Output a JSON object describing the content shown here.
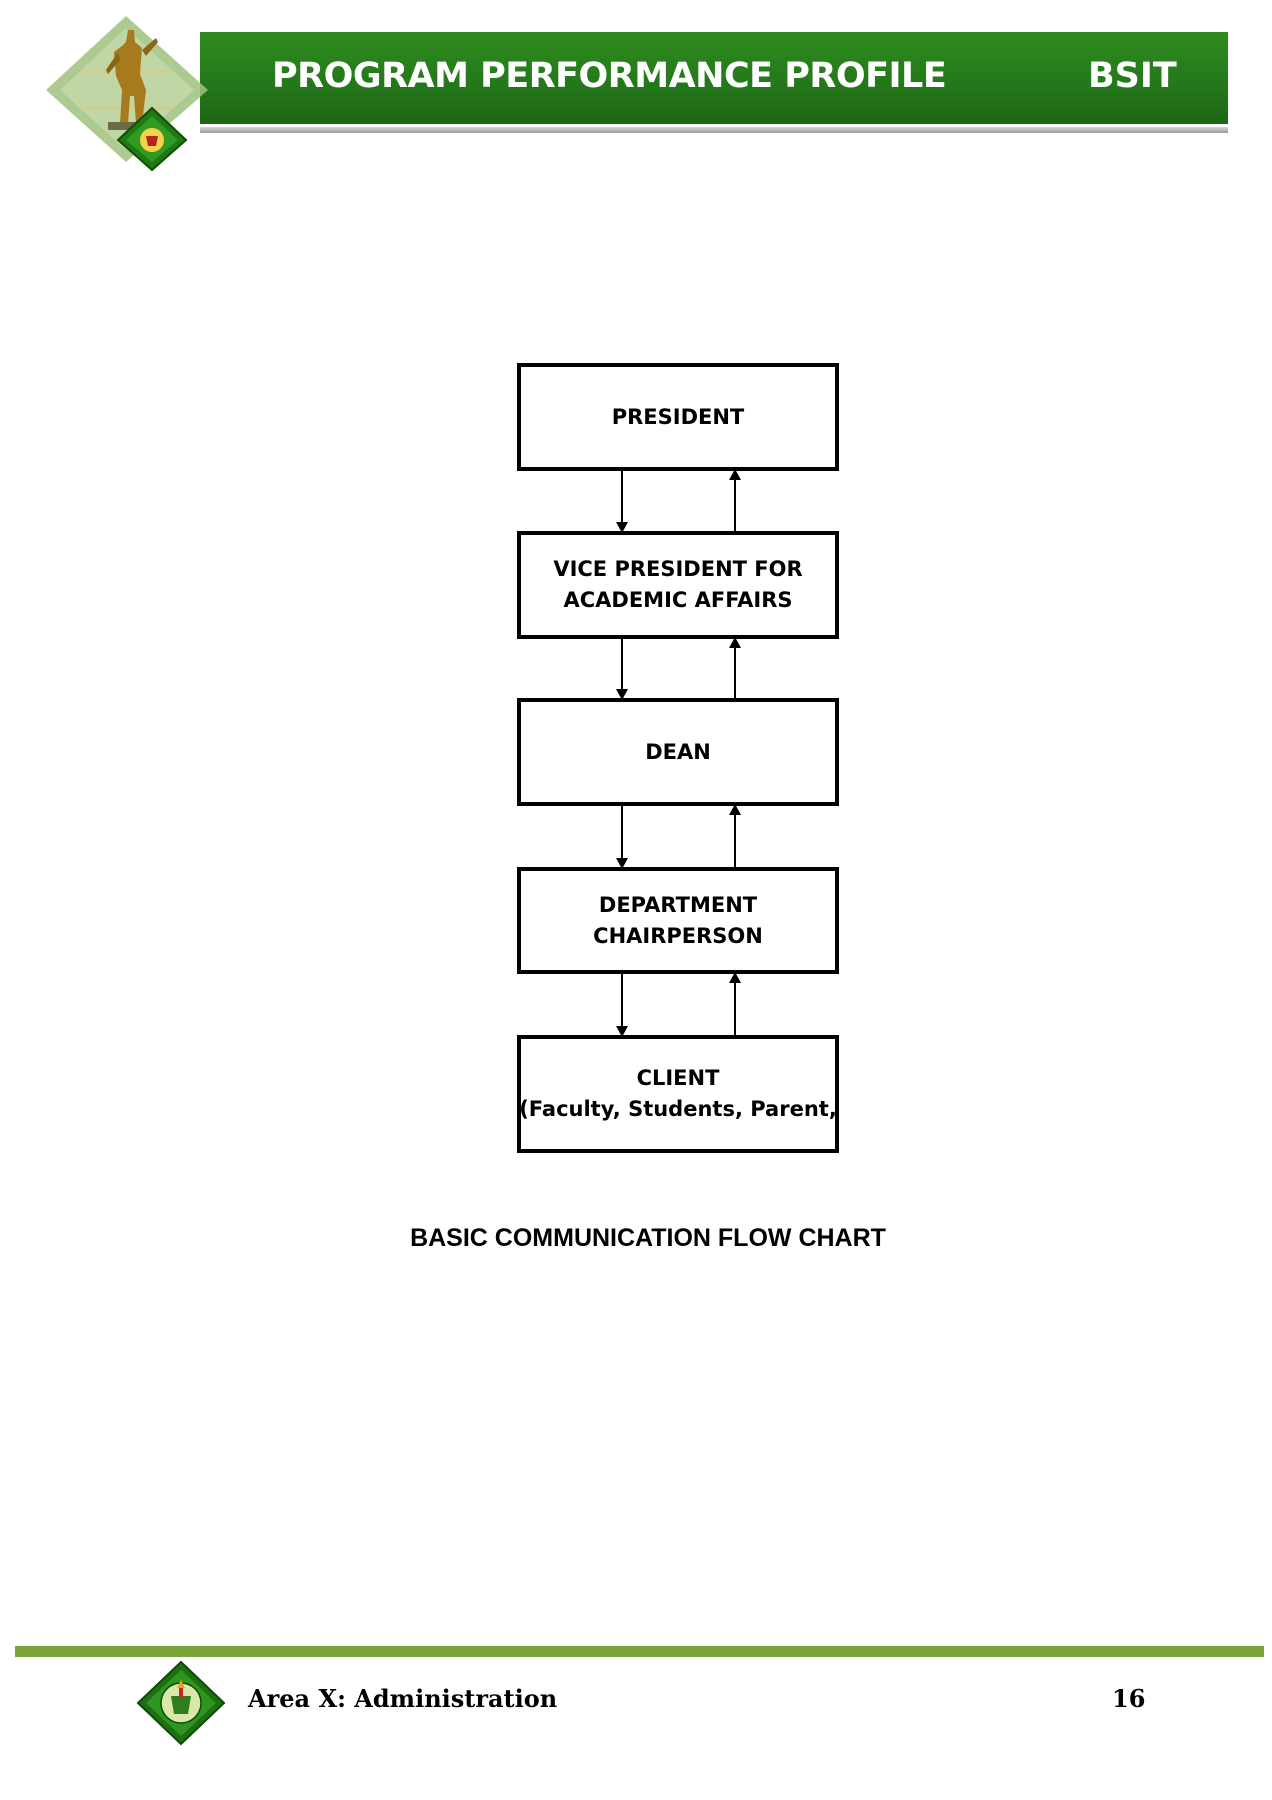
{
  "header": {
    "title": "PROGRAM PERFORMANCE PROFILE",
    "program": "BSIT",
    "logo_icon": "university-seal-with-statue-icon",
    "bar_color": "#2a841c"
  },
  "flowchart": {
    "nodes": [
      {
        "lines": [
          "PRESIDENT"
        ]
      },
      {
        "lines": [
          "VICE PRESIDENT FOR",
          "ACADEMIC AFFAIRS"
        ]
      },
      {
        "lines": [
          "DEAN"
        ]
      },
      {
        "lines": [
          "DEPARTMENT",
          "CHAIRPERSON"
        ]
      },
      {
        "lines": [
          "CLIENT",
          "(Faculty, Students, Parent,"
        ]
      }
    ],
    "connectors": "two-way (down and up arrows between each level)",
    "caption": "BASIC COMMUNICATION FLOW CHART"
  },
  "footer": {
    "area_label": "Area X: Administration",
    "page_number": "16",
    "logo_icon": "university-seal-icon",
    "rule_color": "#7aa33a"
  }
}
